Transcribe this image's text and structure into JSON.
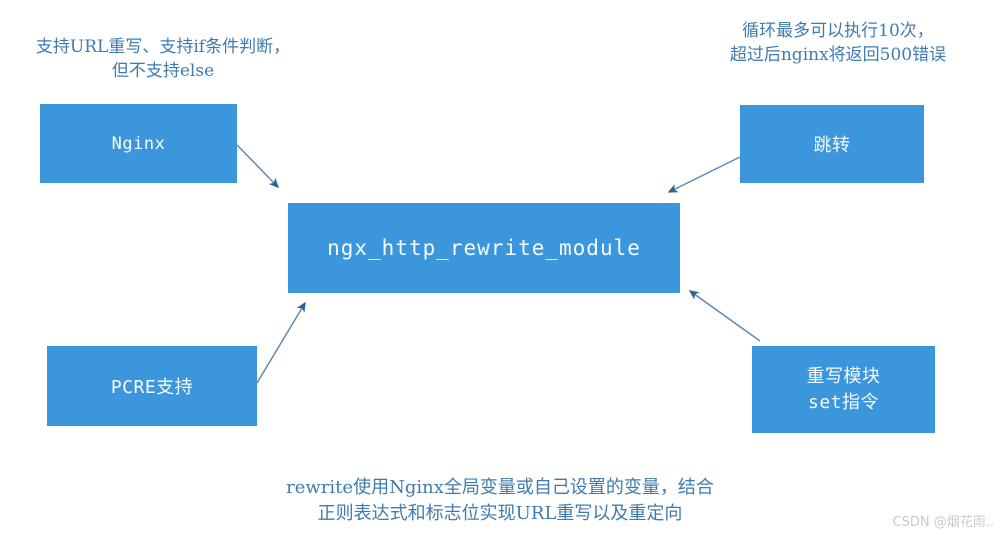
{
  "colors": {
    "background": "#FFFFFF",
    "box_fill": "#3B96DB",
    "box_text": "#F5FAFD",
    "arrow_line": "#6089B0",
    "arrow_head": "#2E6399",
    "annotation_text": "#3E7CB0",
    "watermark_text": "#C9C9C9"
  },
  "nodes": {
    "nginx": {
      "label": "Nginx"
    },
    "jump": {
      "label": "跳转"
    },
    "central": {
      "label": "ngx_http_rewrite_module"
    },
    "pcre": {
      "label": "PCRE支持"
    },
    "rewrite_set": {
      "label_line1": "重写模块",
      "label_line2": "set指令"
    }
  },
  "annotations": {
    "top_left": {
      "line1": "支持URL重写、支持if条件判断，",
      "line2": "但不支持else"
    },
    "top_right": {
      "line1": "循环最多可以执行10次，",
      "line2": "超过后nginx将返回500错误"
    },
    "bottom": {
      "line1": "rewrite使用Nginx全局变量或自己设置的变量，结合",
      "line2": "正则表达式和标志位实现URL重写以及重定向"
    }
  },
  "edges": [
    {
      "from": "Nginx",
      "to": "ngx_http_rewrite_module"
    },
    {
      "from": "跳转",
      "to": "ngx_http_rewrite_module"
    },
    {
      "from": "PCRE支持",
      "to": "ngx_http_rewrite_module"
    },
    {
      "from": "重写模块 set指令",
      "to": "ngx_http_rewrite_module"
    }
  ],
  "watermark": {
    "text": "CSDN @烟花雨.."
  }
}
